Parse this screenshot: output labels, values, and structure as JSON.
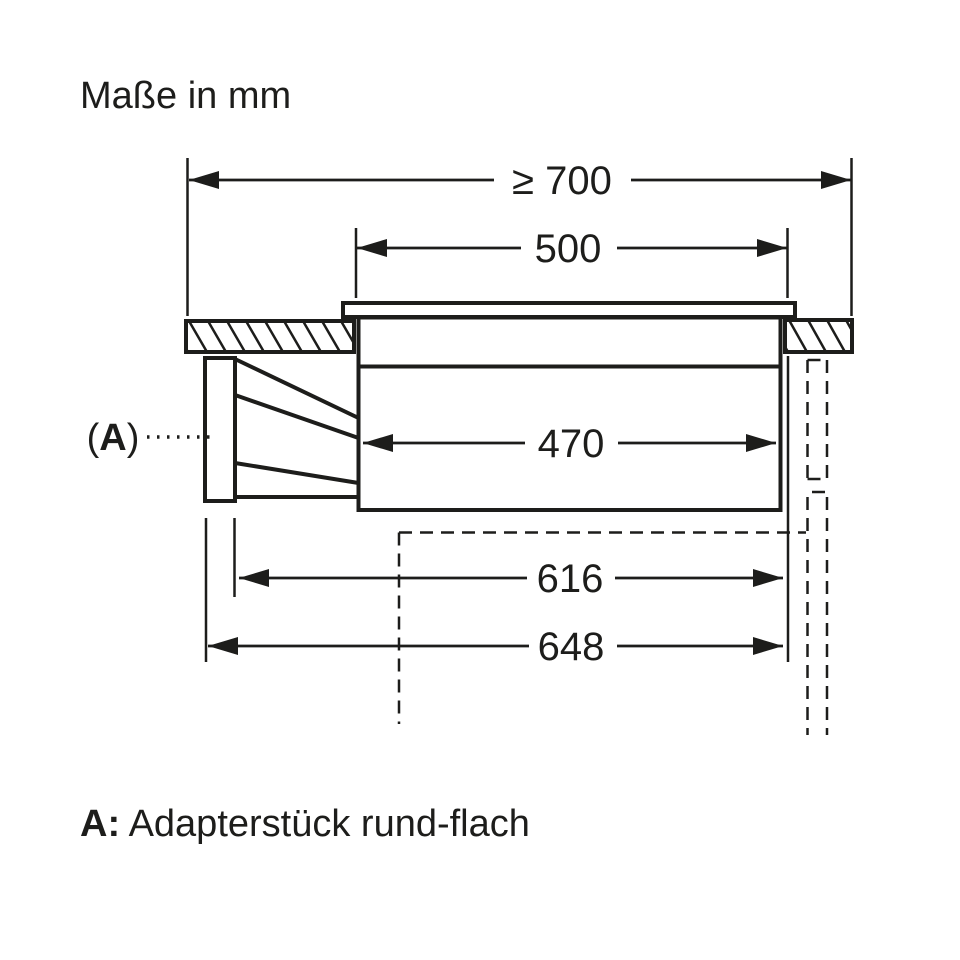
{
  "title": "Maße in mm",
  "dimensions": {
    "min_worktop_width": "≥ 700",
    "glass_panel_width": "500",
    "body_width": "470",
    "cutout_to_duct_width": "616",
    "overall_width": "648"
  },
  "callout": {
    "open_paren": "(",
    "letter": "A",
    "close_paren": ")"
  },
  "legend": {
    "prefix": "A:",
    "label": " Adapterstück rund-flach"
  },
  "colors": {
    "line": "#1d1d1b",
    "background": "#ffffff"
  }
}
